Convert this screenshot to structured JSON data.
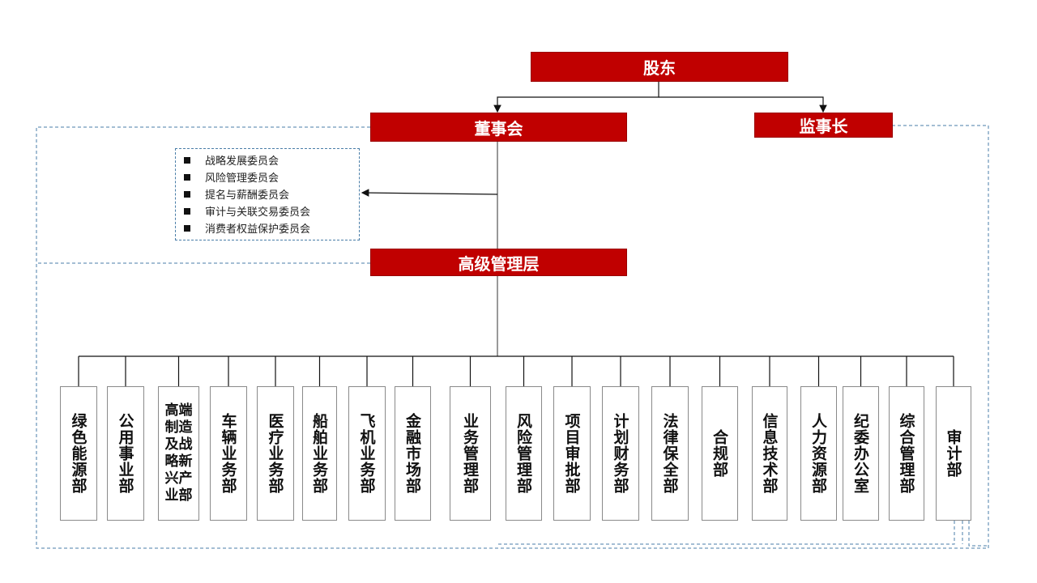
{
  "nodes": {
    "shareholders": "股东",
    "board": "董事会",
    "supervisor": "监事长",
    "senior_management": "高级管理层"
  },
  "committees": [
    "战略发展委员会",
    "风险管理委员会",
    "提名与薪酬委员会",
    "审计与关联交易委员会",
    "消费者权益保护委员会"
  ],
  "departments": [
    "绿色能源部",
    "公用事业部",
    "高端制造及战略新兴产业部",
    "车辆业务部",
    "医疗业务部",
    "船舶业务部",
    "飞机业务部",
    "金融市场部",
    "业务管理部",
    "风险管理部",
    "项目审批部",
    "计划财务部",
    "法律保全部",
    "合规部",
    "信息技术部",
    "人力资源部",
    "纪委办公室",
    "综合管理部",
    "审计部"
  ],
  "colors": {
    "accent": "#c00000",
    "dashed_line": "#4a7ea8"
  }
}
